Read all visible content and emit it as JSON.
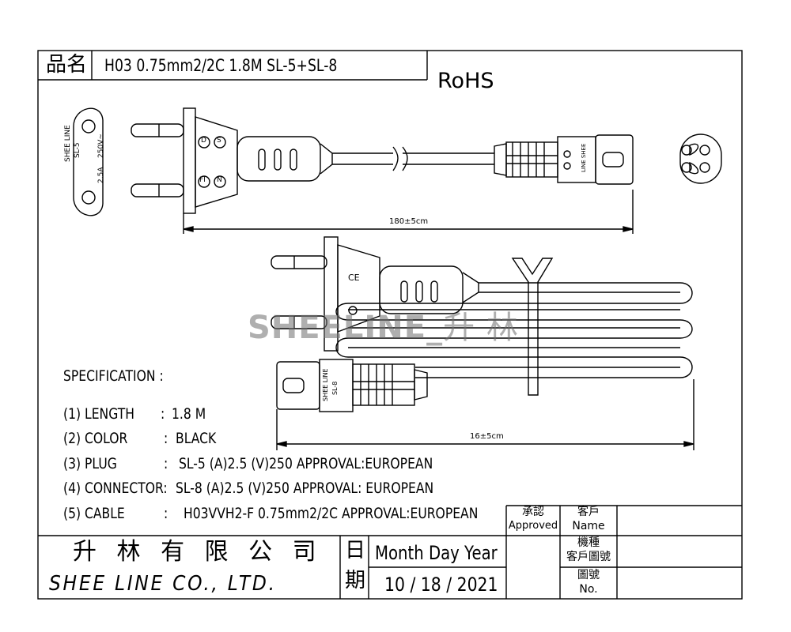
{
  "header": {
    "part_name_label": "品名",
    "part_name_value": "H03 0.75mm2/2C 1.8M SL-5+SL-8",
    "rohs": "RoHS"
  },
  "plug_face": {
    "brand": "SHEE LINE",
    "model": "SL-5",
    "rating_a": "2.5A",
    "rating_v": "250V~"
  },
  "plug_marks": [
    "D",
    "S",
    "FI",
    "N"
  ],
  "connector_face_marks": "LINE SHEE",
  "dimensions": {
    "cord_length": "180±5cm",
    "bundle_length": "16±5cm"
  },
  "bundle_view": {
    "ce_mark": "CE",
    "connector_brand": "SHEE LINE",
    "connector_model": "SL-8"
  },
  "watermark": {
    "latin": "SHEELINE_",
    "cjk": "升 林"
  },
  "specification": {
    "title": "SPECIFICATION :",
    "rows": [
      {
        "label": "(1) LENGTH",
        "sep": ":",
        "value": "1.8 M"
      },
      {
        "label": "(2) COLOR",
        "sep": ":",
        "value": "BLACK"
      },
      {
        "label": "(3) PLUG",
        "sep": ":",
        "value": "SL-5 (A)2.5 (V)250    APPROVAL:EUROPEAN"
      },
      {
        "label": "(4) CONNECTOR:",
        "sep": "",
        "value": "SL-8 (A)2.5 (V)250    APPROVAL: EUROPEAN"
      },
      {
        "label": "(5) CABLE",
        "sep": ":",
        "value": "H03VVH2-F 0.75mm2/2C APPROVAL:EUROPEAN"
      }
    ]
  },
  "title_block": {
    "company_cn": "升 林 有 限 公 司",
    "company_en": "SHEE LINE CO., LTD.",
    "date_label_1": "日",
    "date_label_2": "期",
    "date_format": "Month Day Year",
    "date_value": "10 / 18 / 2021",
    "approved_cn": "承認",
    "approved_en": "Approved",
    "customer_cn": "客戶",
    "customer_en": "Name",
    "model_cn_1": "機種",
    "model_cn_2": "客戶圖號",
    "drawing_cn": "圖號",
    "drawing_en": "No."
  }
}
